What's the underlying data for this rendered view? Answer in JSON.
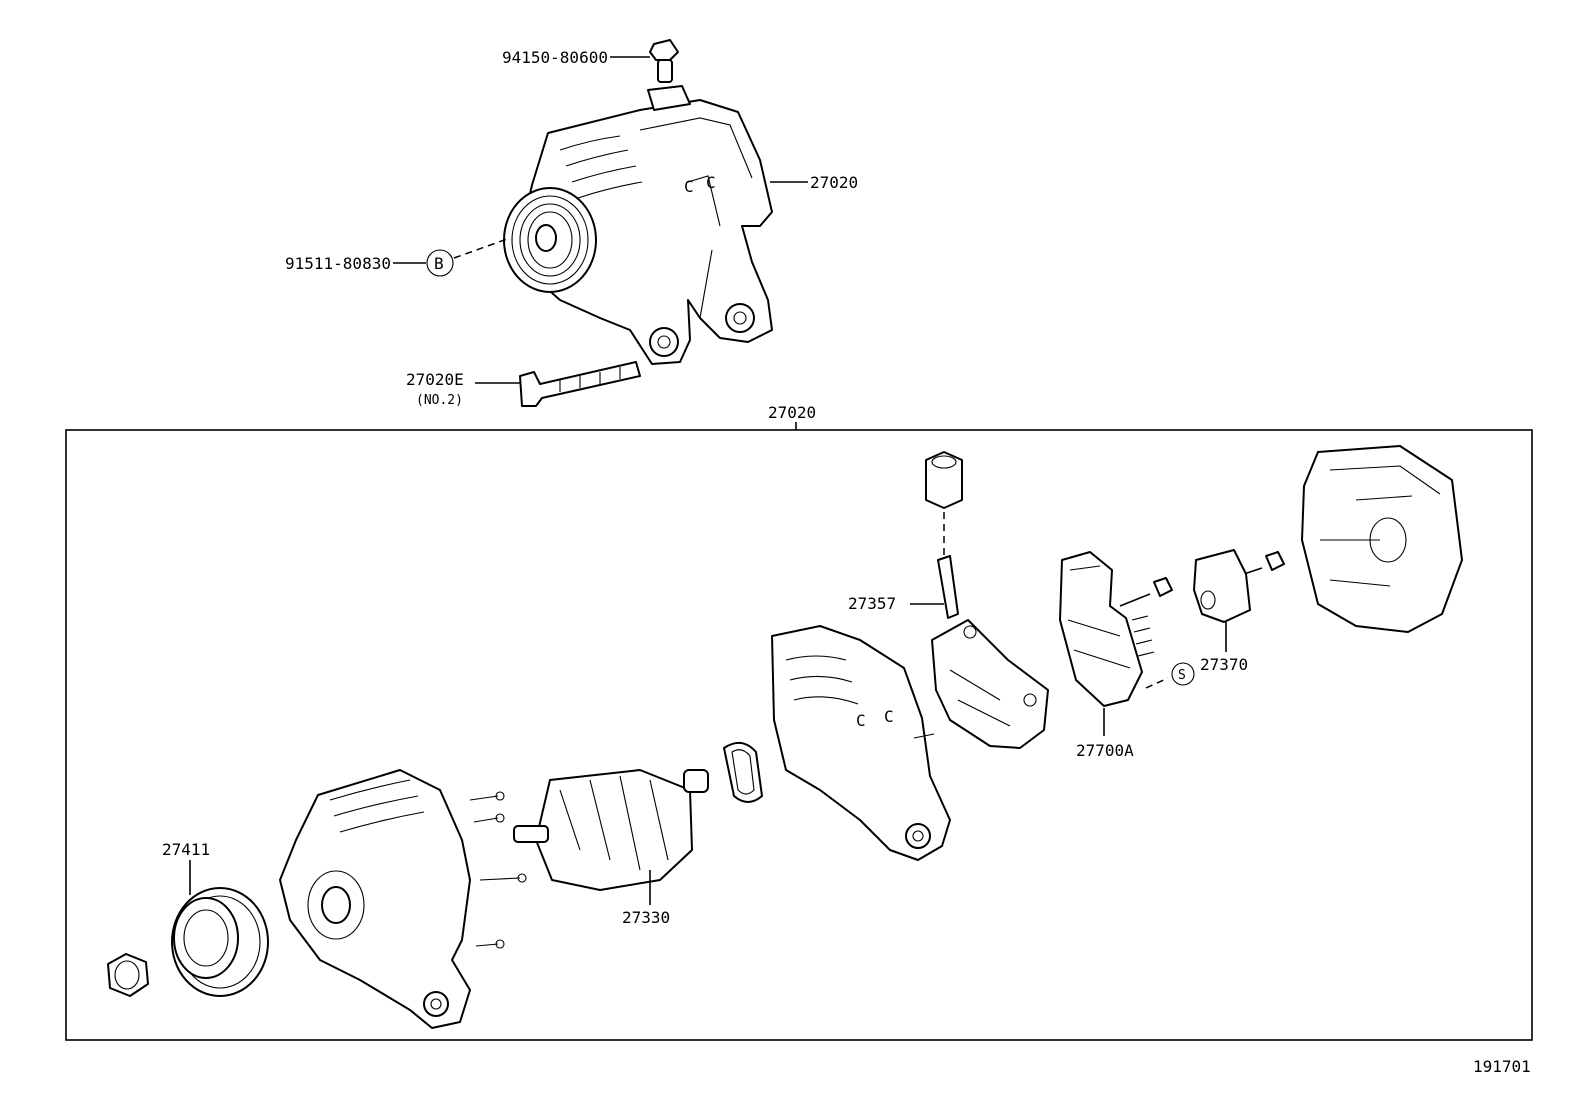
{
  "callouts": {
    "c94150": "94150-80600",
    "c27020_top": "27020",
    "c91511": "91511-80830",
    "c27020e": "27020E",
    "c27020e_note": "(NO.2)",
    "c27020_box": "27020",
    "c27357": "27357",
    "c27370": "27370",
    "c27700a": "27700A",
    "c27411": "27411",
    "c27330": "27330",
    "mark_b": "B",
    "mark_s": "S"
  },
  "footer": {
    "diagram_id": "191701"
  }
}
